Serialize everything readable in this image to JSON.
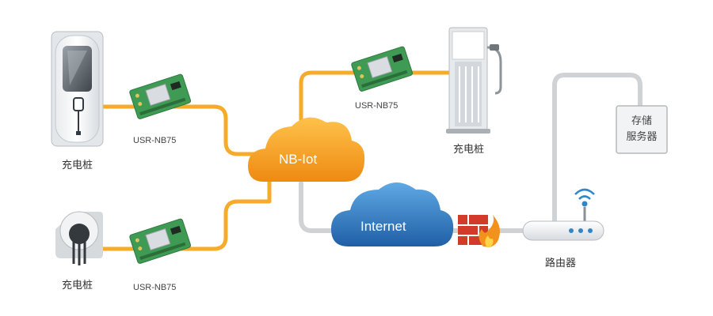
{
  "colors": {
    "link_orange": "#f6ab2a",
    "link_gray": "#cfd3d6",
    "cloud_orange": "#f39a1b",
    "cloud_blue": "#2f7fc3",
    "board_green": "#3f9a54",
    "firewall_red": "#d23a2a",
    "wifi_blue": "#2f86c8"
  },
  "nodes": {
    "charger_top_left": {
      "label": "充电桩",
      "icon": "charging-station-screen-icon"
    },
    "charger_bottom_left": {
      "label": "充电桩",
      "icon": "charging-plug-icon"
    },
    "charger_top_right": {
      "label": "充电桩",
      "icon": "charging-pile-icon"
    },
    "module_top_left": {
      "label": "USR-NB75",
      "icon": "nb-iot-module-icon"
    },
    "module_bottom_left": {
      "label": "USR-NB75",
      "icon": "nb-iot-module-icon"
    },
    "module_top_right": {
      "label": "USR-NB75",
      "icon": "nb-iot-module-icon"
    },
    "nb_cloud": {
      "label": "NB-Iot",
      "icon": "cloud-icon"
    },
    "internet_cloud": {
      "label": "Internet",
      "icon": "cloud-icon"
    },
    "firewall": {
      "icon": "firewall-icon"
    },
    "router": {
      "label": "路由器",
      "icon": "router-icon"
    },
    "server": {
      "line1": "存储",
      "line2": "服务器",
      "icon": "server-box-icon"
    }
  }
}
